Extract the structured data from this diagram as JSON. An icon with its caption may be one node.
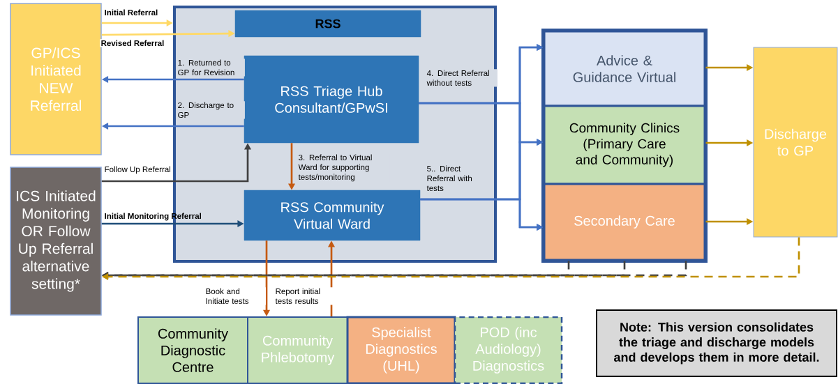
{
  "diagram": {
    "nodes": [
      {
        "text": [
          "GP/ICS Initiated NEW Referral"
        ]
      },
      {
        "text": [
          "ICS Initiated Monitoring OR Follow Up Referral alternative setting*"
        ]
      },
      {
        "text": [],
        "shape": "box"
      },
      {
        "text": [
          "RSS"
        ],
        "in": 2
      },
      {
        "text": [
          "RSS Triage Hub Consultant/GPwSI"
        ],
        "in": 2
      },
      {
        "text": [
          "RSS Community Virtual Ward"
        ],
        "in": 2
      },
      {
        "text": [],
        "shape": "box"
      },
      {
        "text": [
          "Advice & Guidance Virtual"
        ],
        "in": 6
      },
      {
        "text": [
          "Community Clinics (Primary Care and Community)"
        ],
        "in": 6
      },
      {
        "text": [
          "Secondary Care"
        ],
        "in": 6
      },
      {
        "text": [
          "Discharge to GP"
        ]
      },
      {
        "text": [
          "Community Diagnostic Centre"
        ]
      },
      {
        "text": [
          "Community Phlebotomy"
        ]
      },
      {
        "text": [
          "Specialist Diagnostics (UHL)"
        ]
      },
      {
        "text": [
          "POD (inc Audiology) Diagnostics"
        ]
      },
      {
        "text": [
          "Note: This version consolidates the triage and discharge models and develops them in more detail."
        ]
      }
    ],
    "edges": [
      {
        "from": 0,
        "to": 2,
        "arrow": "to",
        "label": "Initial Referral",
        "color": "#ffd966"
      },
      {
        "from": 0,
        "to": 3,
        "arrow": "to",
        "label": "Revised Referral",
        "color": "#ffd966"
      },
      {
        "from": 4,
        "to": 0,
        "arrow": "to",
        "label": "1. Returned to GP for Revision"
      },
      {
        "from": 4,
        "to": 0,
        "arrow": "to",
        "label": "2. Discharge to GP"
      },
      {
        "from": 1,
        "to": 4,
        "arrow": "to",
        "label": "Follow Up Referral",
        "color": "#404040"
      },
      {
        "from": 1,
        "to": 5,
        "arrow": "to",
        "label": "Initial Monitoring Referral",
        "color": "#1f4e79"
      },
      {
        "from": 4,
        "to": 5,
        "arrow": "to",
        "label": "3. Referral to Virtual Ward for supporting tests/monitoring",
        "color": "#c55a11"
      },
      {
        "from": 4,
        "to": 7,
        "arrow": "to",
        "label": "4. Direct Referral without tests"
      },
      {
        "from": 4,
        "to": 8,
        "arrow": "to"
      },
      {
        "from": 4,
        "to": 9,
        "arrow": "to"
      },
      {
        "from": 5,
        "to": 7,
        "arrow": "to",
        "label": "5.. Direct Referral with tests"
      },
      {
        "from": 5,
        "to": 8,
        "arrow": "to"
      },
      {
        "from": 5,
        "to": 9,
        "arrow": "to"
      },
      {
        "from": 5,
        "to": 12,
        "arrow": "to",
        "label": "Book and Initiate tests",
        "color": "#c55a11"
      },
      {
        "from": 12,
        "to": 5,
        "arrow": "to",
        "label": "Report initial tests results",
        "color": "#c55a11"
      },
      {
        "from": 7,
        "to": 10,
        "arrow": "to",
        "color": "#bf9000"
      },
      {
        "from": 8,
        "to": 10,
        "arrow": "to",
        "color": "#bf9000"
      },
      {
        "from": 9,
        "to": 10,
        "arrow": "to",
        "color": "#bf9000"
      },
      {
        "from": 9,
        "to": 1,
        "arrow": "to",
        "style": "dashed",
        "color": "#404040"
      },
      {
        "from": 9,
        "to": 1,
        "arrow": "to",
        "style": "dashed",
        "color": "#404040"
      },
      {
        "from": 9,
        "to": 1,
        "arrow": "to",
        "style": "dashed",
        "color": "#404040"
      },
      {
        "from": 10,
        "to": 1,
        "arrow": "to",
        "style": "dashed",
        "color": "#bf9000"
      }
    ]
  }
}
